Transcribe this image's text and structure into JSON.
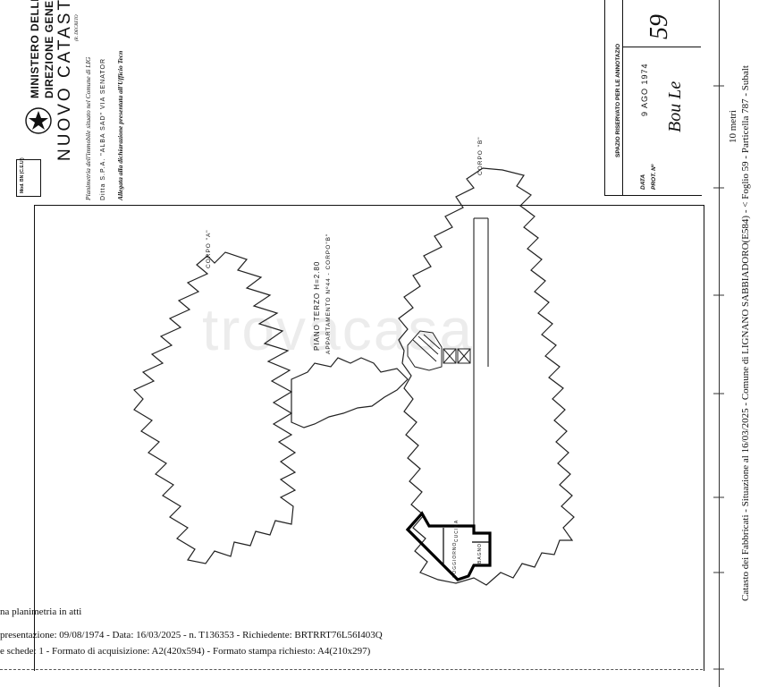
{
  "header": {
    "modello": "Mod. BN (C.E.U.)",
    "ministry": "MINISTERO DELLE FI",
    "direzione": "DIREZIONE GENERALE D",
    "catasto": "NUOVO CATAST",
    "decreto": "(R. DECRETO",
    "planimetria_line": "Planimetria dell'immobile situato nel Comune di LIG",
    "ditta_line": "Ditta S.P.A. \"ALBA SAD\" VIA SENATOR",
    "allegata_line": "Allegata alla dichiarazione presentata all'Ufficio Tecn"
  },
  "spazio_box": {
    "title": "SPAZIO RISERVATO PER LE ANNOTAZIO",
    "data_label": "DATA",
    "prot_label": "PROT. Nº",
    "date_value": "9 AGO 1974",
    "number": "59",
    "signature": "Bou Le"
  },
  "plan_labels": {
    "corpo_a": "CORPO \"A\"",
    "corpo_b": "CORPO \"B\"",
    "piano": "PIANO TERZO H=2.80",
    "appartamento": "APPARTAMENTO Nº44 - CORPO\"B\"",
    "cucina": "CUCINA",
    "soggiorno": "SOGGIORNO",
    "bagno": "BAGNO"
  },
  "scale_label": "10 metri",
  "side_caption": "Catasto dei Fabbricati - Situazione al 16/03/2025 - Comune di LIGNANO SABBIADORO(E584) - < Foglio 59 - Particella 787 - Subalt",
  "footer": {
    "line1": "na planimetria in atti",
    "line2": "presentazione: 09/08/1974 - Data: 16/03/2025 - n. T136353 - Richiedente: BRTRRT76L56I403Q",
    "line3": "e schede: 1 - Formato di acquisizione: A2(420x594)  - Formato stampa richiesto: A4(210x297)"
  },
  "watermark": "trovacasa"
}
